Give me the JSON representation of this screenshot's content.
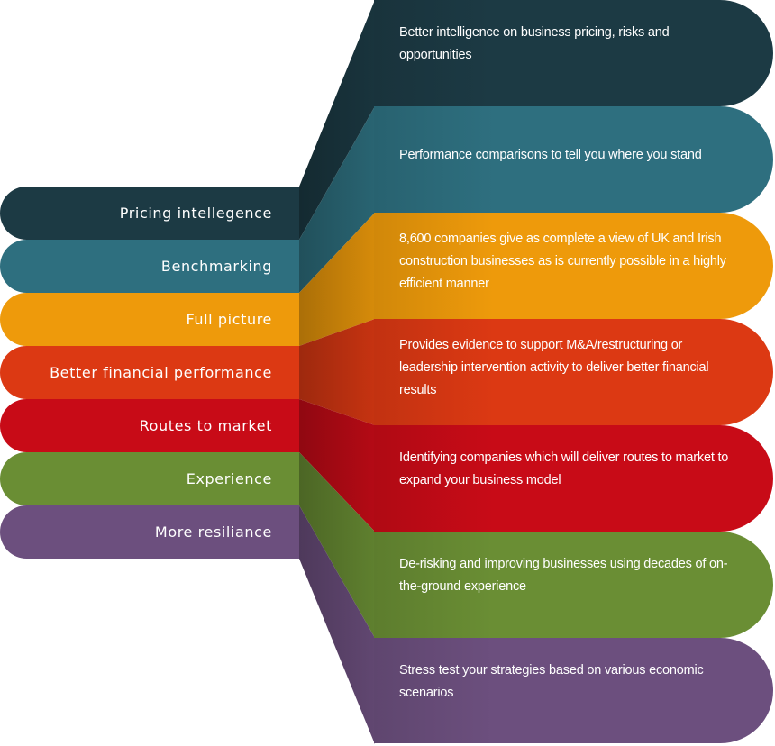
{
  "diagram": {
    "items": [
      {
        "label": "Pricing intellegence",
        "description": "Better intelligence on business pricing, risks and opportunities",
        "color": "#1c3a44"
      },
      {
        "label": "Benchmarking",
        "description": "Performance comparisons to tell you where you stand",
        "color": "#2e6f7f"
      },
      {
        "label": "Full picture",
        "description": "8,600 companies give as complete a view of UK and Irish construction businesses as is currently possible in a highly efficient manner",
        "color": "#ee9a0b"
      },
      {
        "label": "Better financial performance",
        "description": "Provides evidence to support M&A/restructuring or leadership intervention activity to deliver better financial results",
        "color": "#dc3913"
      },
      {
        "label": "Routes to market",
        "description": "Identifying companies which will deliver routes to market to expand your business model",
        "color": "#c80b17"
      },
      {
        "label": "Experience",
        "description": "De-risking and improving businesses using decades of on-the-ground experience",
        "color": "#6a8e34"
      },
      {
        "label": "More resiliance",
        "description": "Stress test your strategies based on various economic scenarios",
        "color": "#6c4f7e"
      }
    ]
  }
}
